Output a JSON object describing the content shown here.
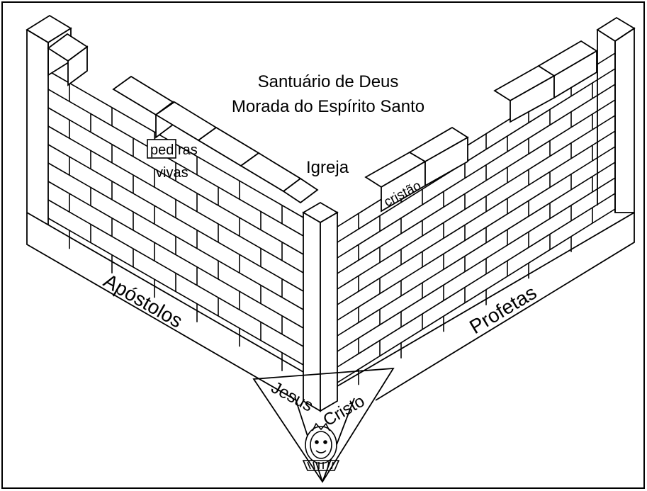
{
  "diagram": {
    "title_line1": "Santuário de Deus",
    "title_line2": "Morada do Espírito Santo",
    "center_label": "Igreja",
    "living_stones_part1": "ped",
    "living_stones_part2": "ras",
    "living_stones_part3": "vivas",
    "christian_stone": "cristão",
    "left_foundation": "Apóstolos",
    "right_foundation": "Profetas",
    "cornerstone_left": "Jesus",
    "cornerstone_right": "Cristo"
  },
  "colors": {
    "line": "#000000",
    "background": "#ffffff"
  },
  "icons": {
    "cornerstone_emblem": "crowned-head-emblem-icon"
  }
}
